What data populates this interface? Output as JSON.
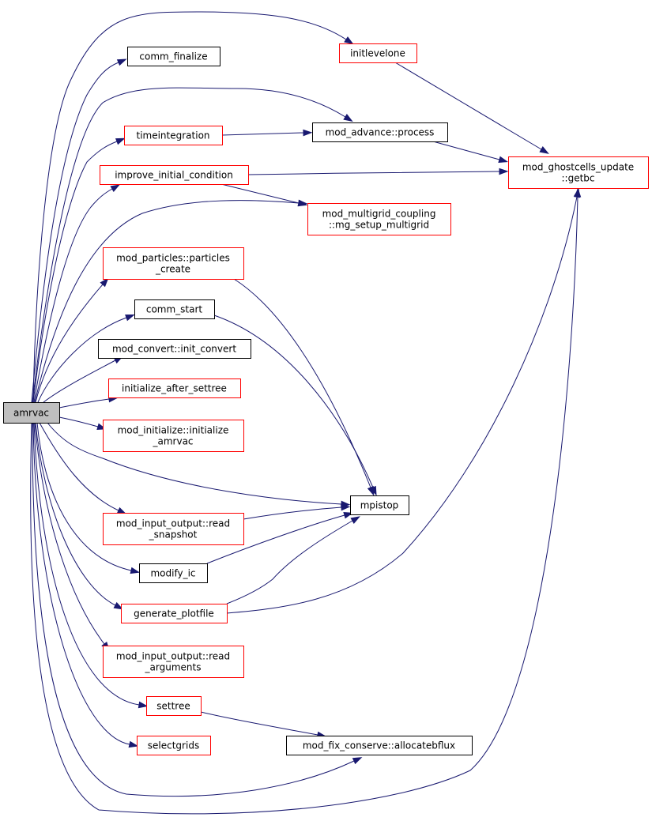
{
  "colors": {
    "edge": "#191970",
    "root_fill": "#bfbfbf",
    "border_black": "#000000",
    "border_red": "#ff0000"
  },
  "nodes": {
    "amrvac": {
      "lines": [
        "amrvac"
      ],
      "border": "black",
      "root": true
    },
    "comm_finalize": {
      "lines": [
        "comm_finalize"
      ],
      "border": "black"
    },
    "initlevelone": {
      "lines": [
        "initlevelone"
      ],
      "border": "red"
    },
    "timeintegration": {
      "lines": [
        "timeintegration"
      ],
      "border": "red"
    },
    "mod_advance_process": {
      "lines": [
        "mod_advance::process"
      ],
      "border": "black"
    },
    "mod_ghostcells_update_getbc": {
      "lines": [
        "mod_ghostcells_update",
        "::getbc"
      ],
      "border": "red"
    },
    "improve_initial_condition": {
      "lines": [
        "improve_initial_condition"
      ],
      "border": "red"
    },
    "mod_multigrid_coupling_mg_setup_multigrid": {
      "lines": [
        "mod_multigrid_coupling",
        "::mg_setup_multigrid"
      ],
      "border": "red"
    },
    "mod_particles_particles_create": {
      "lines": [
        "mod_particles::particles",
        "_create"
      ],
      "border": "red"
    },
    "comm_start": {
      "lines": [
        "comm_start"
      ],
      "border": "black"
    },
    "mod_convert_init_convert": {
      "lines": [
        "mod_convert::init_convert"
      ],
      "border": "black"
    },
    "initialize_after_settree": {
      "lines": [
        "initialize_after_settree"
      ],
      "border": "red"
    },
    "mod_initialize_initialize_amrvac": {
      "lines": [
        "mod_initialize::initialize",
        "_amrvac"
      ],
      "border": "red"
    },
    "mpistop": {
      "lines": [
        "mpistop"
      ],
      "border": "black"
    },
    "mod_input_output_read_snapshot": {
      "lines": [
        "mod_input_output::read",
        "_snapshot"
      ],
      "border": "red"
    },
    "modify_ic": {
      "lines": [
        "modify_ic"
      ],
      "border": "black"
    },
    "generate_plotfile": {
      "lines": [
        "generate_plotfile"
      ],
      "border": "red"
    },
    "mod_input_output_read_arguments": {
      "lines": [
        "mod_input_output::read",
        "_arguments"
      ],
      "border": "red"
    },
    "settree": {
      "lines": [
        "settree"
      ],
      "border": "red"
    },
    "selectgrids": {
      "lines": [
        "selectgrids"
      ],
      "border": "red"
    },
    "mod_fix_conserve_allocatebflux": {
      "lines": [
        "mod_fix_conserve::allocatebflux"
      ],
      "border": "black"
    }
  },
  "edges": [
    [
      "amrvac",
      "initlevelone"
    ],
    [
      "amrvac",
      "comm_finalize"
    ],
    [
      "amrvac",
      "mod_advance_process"
    ],
    [
      "amrvac",
      "timeintegration"
    ],
    [
      "amrvac",
      "improve_initial_condition"
    ],
    [
      "amrvac",
      "mod_multigrid_coupling_mg_setup_multigrid"
    ],
    [
      "amrvac",
      "mod_particles_particles_create"
    ],
    [
      "amrvac",
      "comm_start"
    ],
    [
      "amrvac",
      "mod_convert_init_convert"
    ],
    [
      "amrvac",
      "initialize_after_settree"
    ],
    [
      "amrvac",
      "mod_initialize_initialize_amrvac"
    ],
    [
      "amrvac",
      "mpistop"
    ],
    [
      "amrvac",
      "mod_input_output_read_snapshot"
    ],
    [
      "amrvac",
      "modify_ic"
    ],
    [
      "amrvac",
      "generate_plotfile"
    ],
    [
      "amrvac",
      "mod_input_output_read_arguments"
    ],
    [
      "amrvac",
      "settree"
    ],
    [
      "amrvac",
      "selectgrids"
    ],
    [
      "amrvac",
      "mod_fix_conserve_allocatebflux"
    ],
    [
      "amrvac",
      "mod_ghostcells_update_getbc"
    ],
    [
      "initlevelone",
      "mod_ghostcells_update_getbc"
    ],
    [
      "timeintegration",
      "mod_advance_process"
    ],
    [
      "mod_advance_process",
      "mod_ghostcells_update_getbc"
    ],
    [
      "improve_initial_condition",
      "mod_ghostcells_update_getbc"
    ],
    [
      "improve_initial_condition",
      "mod_multigrid_coupling_mg_setup_multigrid"
    ],
    [
      "mod_particles_particles_create",
      "mpistop"
    ],
    [
      "comm_start",
      "mpistop"
    ],
    [
      "mod_input_output_read_snapshot",
      "mpistop"
    ],
    [
      "modify_ic",
      "mpistop"
    ],
    [
      "generate_plotfile",
      "mpistop"
    ],
    [
      "generate_plotfile",
      "mod_ghostcells_update_getbc"
    ],
    [
      "settree",
      "mod_fix_conserve_allocatebflux"
    ]
  ]
}
